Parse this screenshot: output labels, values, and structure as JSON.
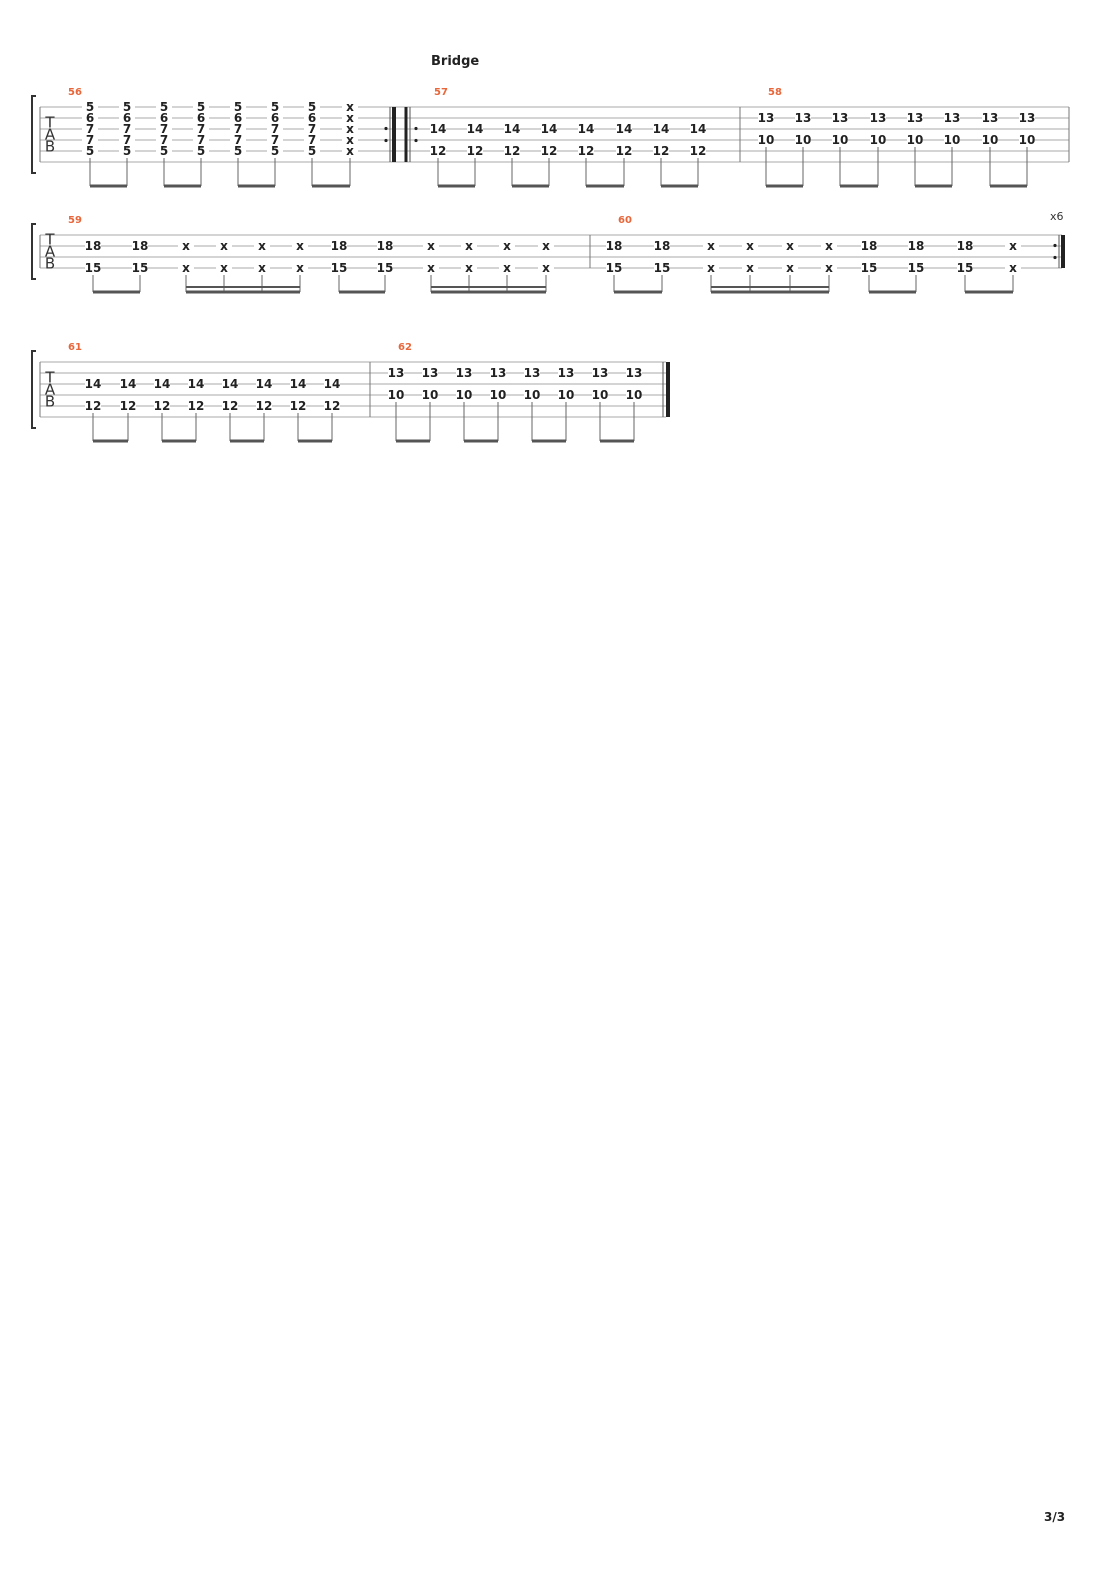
{
  "section": {
    "title": "Bridge"
  },
  "clef": {
    "letters": [
      "T",
      "A",
      "B"
    ]
  },
  "page": {
    "number": "3/3"
  },
  "systems": [
    {
      "measures": [
        {
          "number": "56",
          "beats": [
            {
              "frets": [
                [
                  "0",
                  "5"
                ],
                [
                  "1",
                  "6"
                ],
                [
                  "2",
                  "7"
                ],
                [
                  "3",
                  "7"
                ],
                [
                  "4",
                  "5"
                ]
              ]
            },
            {
              "frets": [
                [
                  "0",
                  "5"
                ],
                [
                  "1",
                  "6"
                ],
                [
                  "2",
                  "7"
                ],
                [
                  "3",
                  "7"
                ],
                [
                  "4",
                  "5"
                ]
              ]
            },
            {
              "frets": [
                [
                  "0",
                  "5"
                ],
                [
                  "1",
                  "6"
                ],
                [
                  "2",
                  "7"
                ],
                [
                  "3",
                  "7"
                ],
                [
                  "4",
                  "5"
                ]
              ]
            },
            {
              "frets": [
                [
                  "0",
                  "5"
                ],
                [
                  "1",
                  "6"
                ],
                [
                  "2",
                  "7"
                ],
                [
                  "3",
                  "7"
                ],
                [
                  "4",
                  "5"
                ]
              ]
            },
            {
              "frets": [
                [
                  "0",
                  "5"
                ],
                [
                  "1",
                  "6"
                ],
                [
                  "2",
                  "7"
                ],
                [
                  "3",
                  "7"
                ],
                [
                  "4",
                  "5"
                ]
              ]
            },
            {
              "frets": [
                [
                  "0",
                  "5"
                ],
                [
                  "1",
                  "6"
                ],
                [
                  "2",
                  "7"
                ],
                [
                  "3",
                  "7"
                ],
                [
                  "4",
                  "5"
                ]
              ]
            },
            {
              "frets": [
                [
                  "0",
                  "5"
                ],
                [
                  "1",
                  "6"
                ],
                [
                  "2",
                  "7"
                ],
                [
                  "3",
                  "7"
                ],
                [
                  "4",
                  "5"
                ]
              ]
            },
            {
              "frets": [
                [
                  "0",
                  "x"
                ],
                [
                  "1",
                  "x"
                ],
                [
                  "2",
                  "x"
                ],
                [
                  "3",
                  "x"
                ],
                [
                  "4",
                  "x"
                ]
              ]
            }
          ],
          "beams": [
            [
              0,
              1
            ],
            [
              2,
              3
            ],
            [
              4,
              5
            ],
            [
              6,
              7
            ]
          ],
          "end_repeat": true
        },
        {
          "number": "57",
          "start_repeat": true,
          "beats": [
            {
              "frets": [
                [
                  "2",
                  "14"
                ],
                [
                  "4",
                  "12"
                ]
              ]
            },
            {
              "frets": [
                [
                  "2",
                  "14"
                ],
                [
                  "4",
                  "12"
                ]
              ]
            },
            {
              "frets": [
                [
                  "2",
                  "14"
                ],
                [
                  "4",
                  "12"
                ]
              ]
            },
            {
              "frets": [
                [
                  "2",
                  "14"
                ],
                [
                  "4",
                  "12"
                ]
              ]
            },
            {
              "frets": [
                [
                  "2",
                  "14"
                ],
                [
                  "4",
                  "12"
                ]
              ]
            },
            {
              "frets": [
                [
                  "2",
                  "14"
                ],
                [
                  "4",
                  "12"
                ]
              ]
            },
            {
              "frets": [
                [
                  "2",
                  "14"
                ],
                [
                  "4",
                  "12"
                ]
              ]
            },
            {
              "frets": [
                [
                  "2",
                  "14"
                ],
                [
                  "4",
                  "12"
                ]
              ]
            }
          ],
          "beams": [
            [
              0,
              1
            ],
            [
              2,
              3
            ],
            [
              4,
              5
            ],
            [
              6,
              7
            ]
          ]
        },
        {
          "number": "58",
          "beats": [
            {
              "frets": [
                [
                  "1",
                  "13"
                ],
                [
                  "3",
                  "10"
                ]
              ]
            },
            {
              "frets": [
                [
                  "1",
                  "13"
                ],
                [
                  "3",
                  "10"
                ]
              ]
            },
            {
              "frets": [
                [
                  "1",
                  "13"
                ],
                [
                  "3",
                  "10"
                ]
              ]
            },
            {
              "frets": [
                [
                  "1",
                  "13"
                ],
                [
                  "3",
                  "10"
                ]
              ]
            },
            {
              "frets": [
                [
                  "1",
                  "13"
                ],
                [
                  "3",
                  "10"
                ]
              ]
            },
            {
              "frets": [
                [
                  "1",
                  "13"
                ],
                [
                  "3",
                  "10"
                ]
              ]
            },
            {
              "frets": [
                [
                  "1",
                  "13"
                ],
                [
                  "3",
                  "10"
                ]
              ]
            },
            {
              "frets": [
                [
                  "1",
                  "13"
                ],
                [
                  "3",
                  "10"
                ]
              ]
            }
          ],
          "beams": [
            [
              0,
              1
            ],
            [
              2,
              3
            ],
            [
              4,
              5
            ],
            [
              6,
              7
            ]
          ]
        }
      ]
    },
    {
      "repeat_count": "x6",
      "measures": [
        {
          "number": "59",
          "beats": [
            {
              "frets": [
                [
                  "1",
                  "18"
                ],
                [
                  "3",
                  "15"
                ]
              ]
            },
            {
              "frets": [
                [
                  "1",
                  "18"
                ],
                [
                  "3",
                  "15"
                ]
              ]
            },
            {
              "frets": [
                [
                  "1",
                  "x"
                ],
                [
                  "3",
                  "x"
                ]
              ]
            },
            {
              "frets": [
                [
                  "1",
                  "x"
                ],
                [
                  "3",
                  "x"
                ]
              ]
            },
            {
              "frets": [
                [
                  "1",
                  "x"
                ],
                [
                  "3",
                  "x"
                ]
              ]
            },
            {
              "frets": [
                [
                  "1",
                  "x"
                ],
                [
                  "3",
                  "x"
                ]
              ]
            },
            {
              "frets": [
                [
                  "1",
                  "18"
                ],
                [
                  "3",
                  "15"
                ]
              ]
            },
            {
              "frets": [
                [
                  "1",
                  "18"
                ],
                [
                  "3",
                  "15"
                ]
              ]
            },
            {
              "frets": [
                [
                  "1",
                  "x"
                ],
                [
                  "3",
                  "x"
                ]
              ]
            },
            {
              "frets": [
                [
                  "1",
                  "x"
                ],
                [
                  "3",
                  "x"
                ]
              ]
            },
            {
              "frets": [
                [
                  "1",
                  "x"
                ],
                [
                  "3",
                  "x"
                ]
              ]
            },
            {
              "frets": [
                [
                  "1",
                  "x"
                ],
                [
                  "3",
                  "x"
                ]
              ]
            }
          ],
          "beams": [
            [
              0,
              1
            ],
            [
              2,
              5,
              "double"
            ],
            [
              6,
              7
            ],
            [
              8,
              11,
              "double"
            ]
          ]
        },
        {
          "number": "60",
          "end_repeat": true,
          "beats": [
            {
              "frets": [
                [
                  "1",
                  "18"
                ],
                [
                  "3",
                  "15"
                ]
              ]
            },
            {
              "frets": [
                [
                  "1",
                  "18"
                ],
                [
                  "3",
                  "15"
                ]
              ]
            },
            {
              "frets": [
                [
                  "1",
                  "x"
                ],
                [
                  "3",
                  "x"
                ]
              ]
            },
            {
              "frets": [
                [
                  "1",
                  "x"
                ],
                [
                  "3",
                  "x"
                ]
              ]
            },
            {
              "frets": [
                [
                  "1",
                  "x"
                ],
                [
                  "3",
                  "x"
                ]
              ]
            },
            {
              "frets": [
                [
                  "1",
                  "x"
                ],
                [
                  "3",
                  "x"
                ]
              ]
            },
            {
              "frets": [
                [
                  "1",
                  "18"
                ],
                [
                  "3",
                  "15"
                ]
              ]
            },
            {
              "frets": [
                [
                  "1",
                  "18"
                ],
                [
                  "3",
                  "15"
                ]
              ]
            },
            {
              "frets": [
                [
                  "1",
                  "18"
                ],
                [
                  "3",
                  "15"
                ]
              ]
            },
            {
              "frets": [
                [
                  "1",
                  "x"
                ],
                [
                  "3",
                  "x"
                ]
              ]
            }
          ],
          "beams": [
            [
              0,
              1
            ],
            [
              2,
              5,
              "double"
            ],
            [
              6,
              7
            ],
            [
              8,
              9
            ]
          ]
        }
      ]
    },
    {
      "measures": [
        {
          "number": "61",
          "beats": [
            {
              "frets": [
                [
                  "2",
                  "14"
                ],
                [
                  "4",
                  "12"
                ]
              ]
            },
            {
              "frets": [
                [
                  "2",
                  "14"
                ],
                [
                  "4",
                  "12"
                ]
              ]
            },
            {
              "frets": [
                [
                  "2",
                  "14"
                ],
                [
                  "4",
                  "12"
                ]
              ]
            },
            {
              "frets": [
                [
                  "2",
                  "14"
                ],
                [
                  "4",
                  "12"
                ]
              ]
            },
            {
              "frets": [
                [
                  "2",
                  "14"
                ],
                [
                  "4",
                  "12"
                ]
              ]
            },
            {
              "frets": [
                [
                  "2",
                  "14"
                ],
                [
                  "4",
                  "12"
                ]
              ]
            },
            {
              "frets": [
                [
                  "2",
                  "14"
                ],
                [
                  "4",
                  "12"
                ]
              ]
            },
            {
              "frets": [
                [
                  "2",
                  "14"
                ],
                [
                  "4",
                  "12"
                ]
              ]
            }
          ],
          "beams": [
            [
              0,
              1
            ],
            [
              2,
              3
            ],
            [
              4,
              5
            ],
            [
              6,
              7
            ]
          ]
        },
        {
          "number": "62",
          "final_barline": true,
          "beats": [
            {
              "frets": [
                [
                  "1",
                  "13"
                ],
                [
                  "3",
                  "10"
                ]
              ]
            },
            {
              "frets": [
                [
                  "1",
                  "13"
                ],
                [
                  "3",
                  "10"
                ]
              ]
            },
            {
              "frets": [
                [
                  "1",
                  "13"
                ],
                [
                  "3",
                  "10"
                ]
              ]
            },
            {
              "frets": [
                [
                  "1",
                  "13"
                ],
                [
                  "3",
                  "10"
                ]
              ]
            },
            {
              "frets": [
                [
                  "1",
                  "13"
                ],
                [
                  "3",
                  "10"
                ]
              ]
            },
            {
              "frets": [
                [
                  "1",
                  "13"
                ],
                [
                  "3",
                  "10"
                ]
              ]
            },
            {
              "frets": [
                [
                  "1",
                  "13"
                ],
                [
                  "3",
                  "10"
                ]
              ]
            },
            {
              "frets": [
                [
                  "1",
                  "13"
                ],
                [
                  "3",
                  "10"
                ]
              ]
            }
          ],
          "beams": [
            [
              0,
              1
            ],
            [
              2,
              3
            ],
            [
              4,
              5
            ],
            [
              6,
              7
            ]
          ]
        }
      ]
    }
  ]
}
